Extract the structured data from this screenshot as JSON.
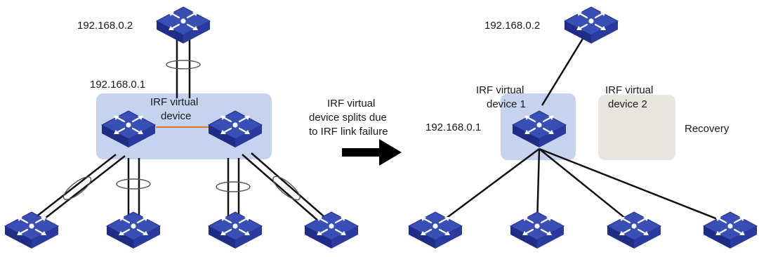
{
  "left": {
    "top_ip": "192.168.0.2",
    "irf_ip": "192.168.0.1",
    "irf_label": [
      "IRF virtual",
      "device"
    ]
  },
  "arrow": {
    "text": [
      "IRF virtual",
      "device splits due",
      "to IRF link failure"
    ]
  },
  "right": {
    "top_ip": "192.168.0.2",
    "device1_label": [
      "IRF virtual",
      "device 1"
    ],
    "device1_ip": "192.168.0.1",
    "device2_label": [
      "IRF virtual",
      "device 2"
    ],
    "recovery_label": "Recovery"
  },
  "colors": {
    "switch_top": "#3a4fb5",
    "switch_side": "#1f2d86",
    "irf_box": "#c6d3ee",
    "recovery_box": "#e8e4e0",
    "irf_link": "#e07a1f",
    "link": "#111111"
  }
}
